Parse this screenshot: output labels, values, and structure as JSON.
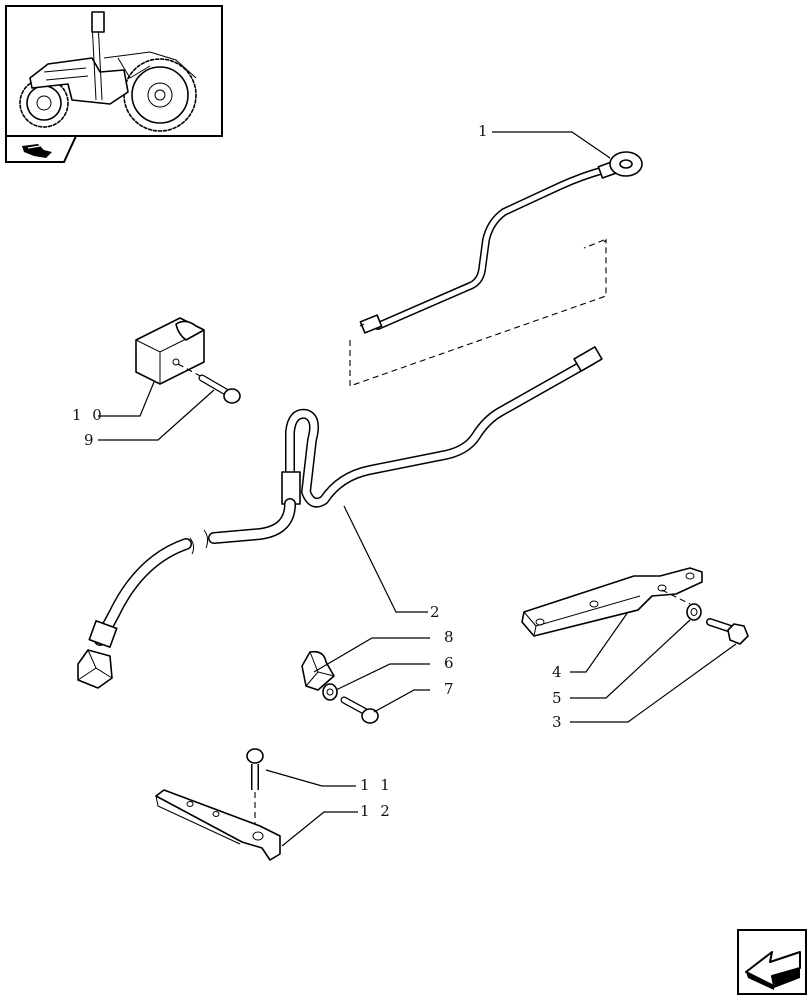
{
  "callouts": [
    {
      "id": "c1",
      "label": "1"
    },
    {
      "id": "c2",
      "label": "2"
    },
    {
      "id": "c3",
      "label": "3"
    },
    {
      "id": "c4",
      "label": "4"
    },
    {
      "id": "c5",
      "label": "5"
    },
    {
      "id": "c6",
      "label": "6"
    },
    {
      "id": "c7",
      "label": "7"
    },
    {
      "id": "c8",
      "label": "8"
    },
    {
      "id": "c9",
      "label": "9"
    },
    {
      "id": "c10",
      "label": "1 0"
    },
    {
      "id": "c11",
      "label": "1 1"
    },
    {
      "id": "c12",
      "label": "1 2"
    }
  ],
  "icons": {
    "thumbnail": "tractor-thumbnail",
    "section_badge": "section-badge-icon",
    "nav_arrow": "next-page-arrow-icon"
  }
}
